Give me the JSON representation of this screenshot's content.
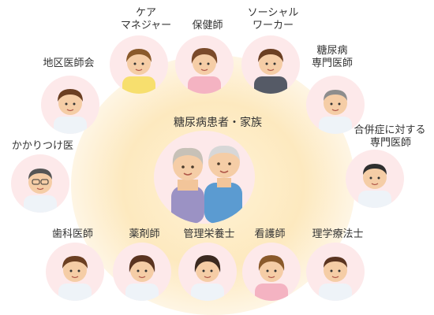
{
  "center": {
    "label": "糖尿病患者・家族"
  },
  "roles": {
    "care_manager": {
      "line1": "ケア",
      "line2": "マネジャー"
    },
    "public_health_nurse": {
      "label": "保健師"
    },
    "social_worker": {
      "line1": "ソーシャル",
      "line2": "ワーカー"
    },
    "diabetes_specialist": {
      "line1": "糖尿病",
      "line2": "専門医師"
    },
    "regional_medical_association": {
      "label": "地区医師会"
    },
    "complication_specialist": {
      "line1": "合併症に対する",
      "line2": "専門医師"
    },
    "family_doctor": {
      "label": "かかりつけ医"
    },
    "dentist": {
      "label": "歯科医師"
    },
    "pharmacist": {
      "label": "薬剤師"
    },
    "dietitian": {
      "label": "管理栄養士"
    },
    "nurse": {
      "label": "看護師"
    },
    "physical_therapist": {
      "label": "理学療法士"
    }
  },
  "colors": {
    "circle_fill": "#fde9ea",
    "glow": "#fde9bf",
    "text": "#333333"
  }
}
